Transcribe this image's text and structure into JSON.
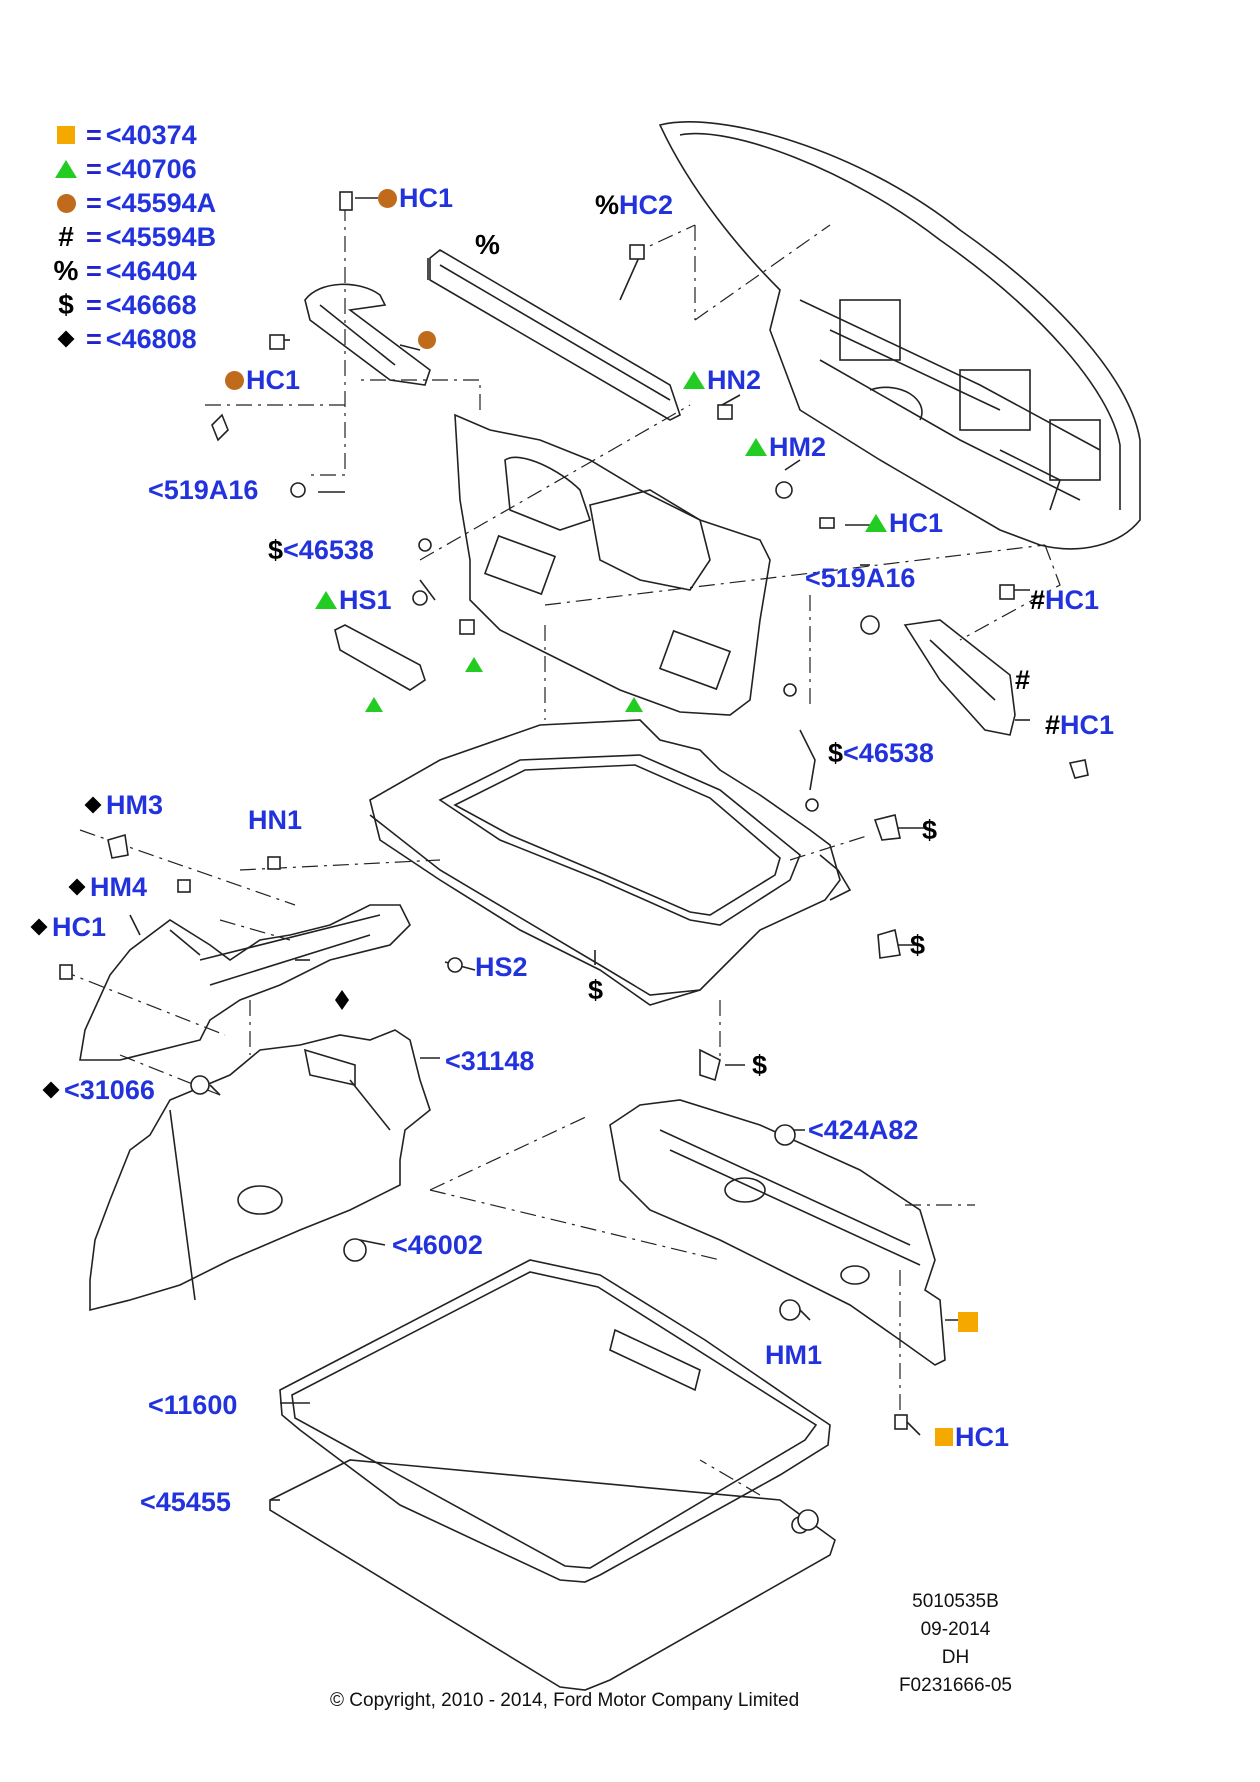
{
  "legend": [
    {
      "symbol": "square",
      "color": "#f5a800",
      "code": "<40374"
    },
    {
      "symbol": "triangle",
      "color": "#22cc22",
      "code": "<40706"
    },
    {
      "symbol": "circle",
      "color": "#c06a1c",
      "code": "<45594A"
    },
    {
      "symbol": "#",
      "code": "<45594B"
    },
    {
      "symbol": "%",
      "code": "<46404"
    },
    {
      "symbol": "$",
      "code": "<46668"
    },
    {
      "symbol": "diamond",
      "code": "<46808"
    }
  ],
  "callouts": {
    "hc1_top": "HC1",
    "hc1_left": "HC1",
    "hc2": "HC2",
    "hn2": "HN2",
    "hm2": "HM2",
    "hc1_mid": "HC1",
    "519a16_left": "<519A16",
    "519a16_right": "<519A16",
    "46538_left": "<46538",
    "46538_right": "<46538",
    "hs1": "HS1",
    "hc1_right1": "HC1",
    "hc1_right2": "HC1",
    "hm3": "HM3",
    "hn1": "HN1",
    "hm4": "HM4",
    "hc1_far_left": "HC1",
    "hs2": "HS2",
    "31148": "<31148",
    "31066": "<31066",
    "424a82": "<424A82",
    "46002": "<46002",
    "hm1": "HM1",
    "11600": "<11600",
    "45455": "<45455",
    "hc1_bottom": "HC1"
  },
  "marks": {
    "percent": "%",
    "hash": "#",
    "dollar": "$"
  },
  "meta": {
    "line1": "5010535B",
    "line2": "09-2014",
    "line3": "DH",
    "line4": "F0231666-05"
  },
  "copyright": "© Copyright, 2010 - 2014, Ford Motor Company Limited",
  "colors": {
    "label_blue": "#2233dd",
    "orange_square": "#f5a800",
    "green_triangle": "#22cc22",
    "brown_circle": "#c06a1c"
  }
}
